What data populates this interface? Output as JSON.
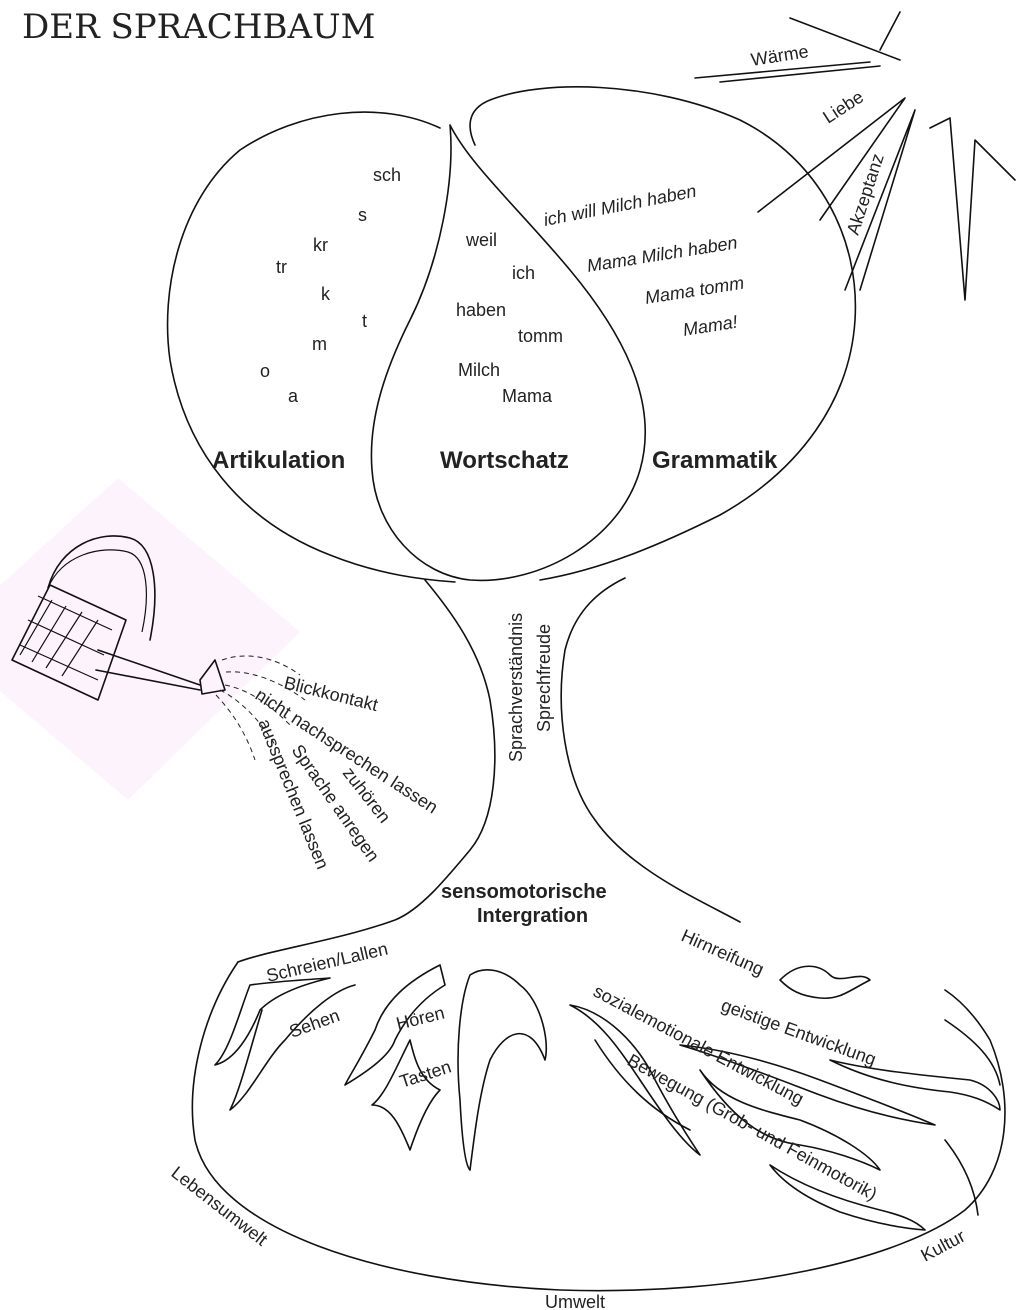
{
  "title": "DER SPRACHBAUM",
  "crown": {
    "left_label": "Artikulation",
    "middle_label": "Wortschatz",
    "right_label": "Grammatik",
    "sounds": [
      "sch",
      "s",
      "kr",
      "tr",
      "k",
      "t",
      "m",
      "o",
      "a"
    ],
    "words": [
      "weil",
      "ich",
      "haben",
      "tomm",
      "Milch",
      "Mama"
    ],
    "sentences": [
      "ich will Milch haben",
      "Mama Milch haben",
      "Mama tomm",
      "Mama!"
    ]
  },
  "sun_rays": [
    "Wärme",
    "Liebe",
    "Akzeptanz"
  ],
  "trunk": {
    "labels": [
      "Sprachverständnis",
      "Sprechfreude"
    ]
  },
  "watering": [
    "Blickkontakt",
    "nicht nachsprechen lassen",
    "zuhören",
    "Sprache anregen",
    "aussprechen lassen"
  ],
  "base_label": [
    "sensomotorische",
    "Intergration"
  ],
  "roots_left": [
    "Schreien/Lallen",
    "Sehen",
    "Hören",
    "Tasten"
  ],
  "roots_right": [
    "Hirnreifung",
    "geistige Entwicklung",
    "sozialemotionale Entwicklung",
    "Bewegung (Grob- und Feinmotorik)"
  ],
  "environment": [
    "Lebensumwelt",
    "Umwelt",
    "Kultur"
  ],
  "colors": {
    "ink": "#111111",
    "background": "#ffffff",
    "highlight": "#fdf4fd"
  }
}
